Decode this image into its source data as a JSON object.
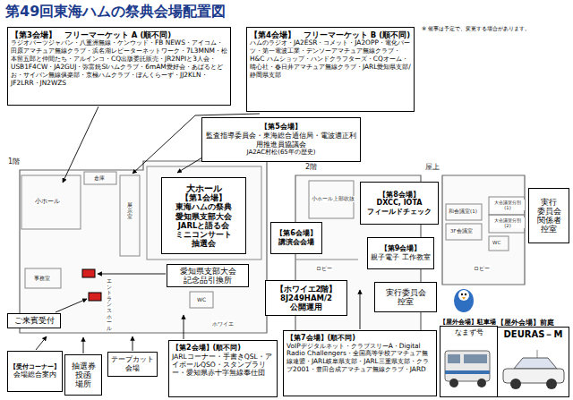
{
  "diagram": {
    "title": "第49回東海ハムの祭典会場配置図",
    "nodes": [
      {
        "text": [
          "【第3会場】　フリーマーケット A (順不同)",
          "ラジオパーツジャパン・八重洲無線・ケンウッド・FB NEWS・アイコム・田原アマチュア無線クラブ・浜名湖レピーターネットワーク・7L3MNM・松本留五郎と仲間たち・アルインコ・CQ出版委託販売・JR2NPIと3人会・USB1F4CW・JA2GUJ・弥富銃SIハムクラブ・6mAM愛好会・あぱるとどお・サイバン無線俱楽部・京極ハムクラブ・ぽんくらーず・JJ2KLN・JF2LRR・JN2WZS"
        ]
      },
      {
        "text": [
          "【第4会場】　フリーマーケット B (順不同)",
          "ハムのラジオ・JA2ESR・コメット・JA2OPP・電化パーツ・第一電波工業・デンソーアマチュア無線クラブ・H&C ハムショップ・ハンドクラフターズ・CQオーム・晴心社・春日井アマチュア無線クラブ・JARL愛知県支部/静岡県支部"
        ]
      },
      {
        "text": [
          "【第5会場】",
          "監査指導委員会・東海総合通信局・電波適正利用推進員協議会",
          "JA2AC村松(65年の歴史)"
        ]
      },
      {
        "text": [
          "大ホール",
          "【第1会場】",
          "東海ハムの祭典 愛知県支部大会 JARLと語る会 ミニコンサート 抽選会"
        ]
      },
      {
        "text": [
          "【第8会場】",
          "DXCC, IOTA フィールドチェック"
        ]
      },
      {
        "text": [
          "【第6会場】",
          "講演会会場"
        ]
      },
      {
        "text": [
          "【第9会場】",
          "親子電子 工作教室"
        ]
      },
      {
        "text": [
          "実行 委員会 関係者 控室"
        ]
      },
      {
        "text": [
          "愛知県支部大会 記念品引換所"
        ]
      },
      {
        "text": [
          "【ホワイエ2階】",
          "8J249HAM/2 公開運用"
        ]
      },
      {
        "text": [
          "実行委員会 控室"
        ]
      },
      {
        "text": [
          "ご来賓受付"
        ]
      },
      {
        "text": [
          "【第2会場】(順不同)",
          "JARLコーナー・手書きQSL・アイボールQSO・スタンプラリー・愛知県赤十字無線奉仕団"
        ]
      },
      {
        "text": [
          "【第7会場】(順不同)",
          "VoIPデジタルネット・クラブスリーA・Digital Radio Challengers・全国高等学校アマチュア無線連盟・JARL岐阜県支部・JARL三重県支部・クラブ2001・豊田合成アマチュア無線クラブ・JARD"
        ]
      },
      {
        "text": [
          "【屋外会場】駐車場",
          "なまず号"
        ]
      },
      {
        "text": [
          "【屋外会場】前庭",
          "DEURAS－M"
        ]
      },
      {
        "text": [
          "【受付コーナー】",
          "会場総合案内"
        ]
      },
      {
        "text": [
          "抽選券 投函 場所"
        ]
      },
      {
        "text": [
          "テープカット 会場"
        ]
      }
    ],
    "labels": [
      "※ 催事は予定で、変更する場合があります。",
      "1階",
      "2階",
      "屋上",
      "倉庫",
      "小ホール",
      "展示室",
      "事務室",
      "エントランスホール",
      "ホワイエ",
      "WC",
      "小ホール上部吹抜",
      "ロビー",
      "和会議室(1)",
      "3F会議室",
      "大会議室分割(1)",
      "大会議室分割(2)",
      "WC",
      "ロビー"
    ]
  }
}
